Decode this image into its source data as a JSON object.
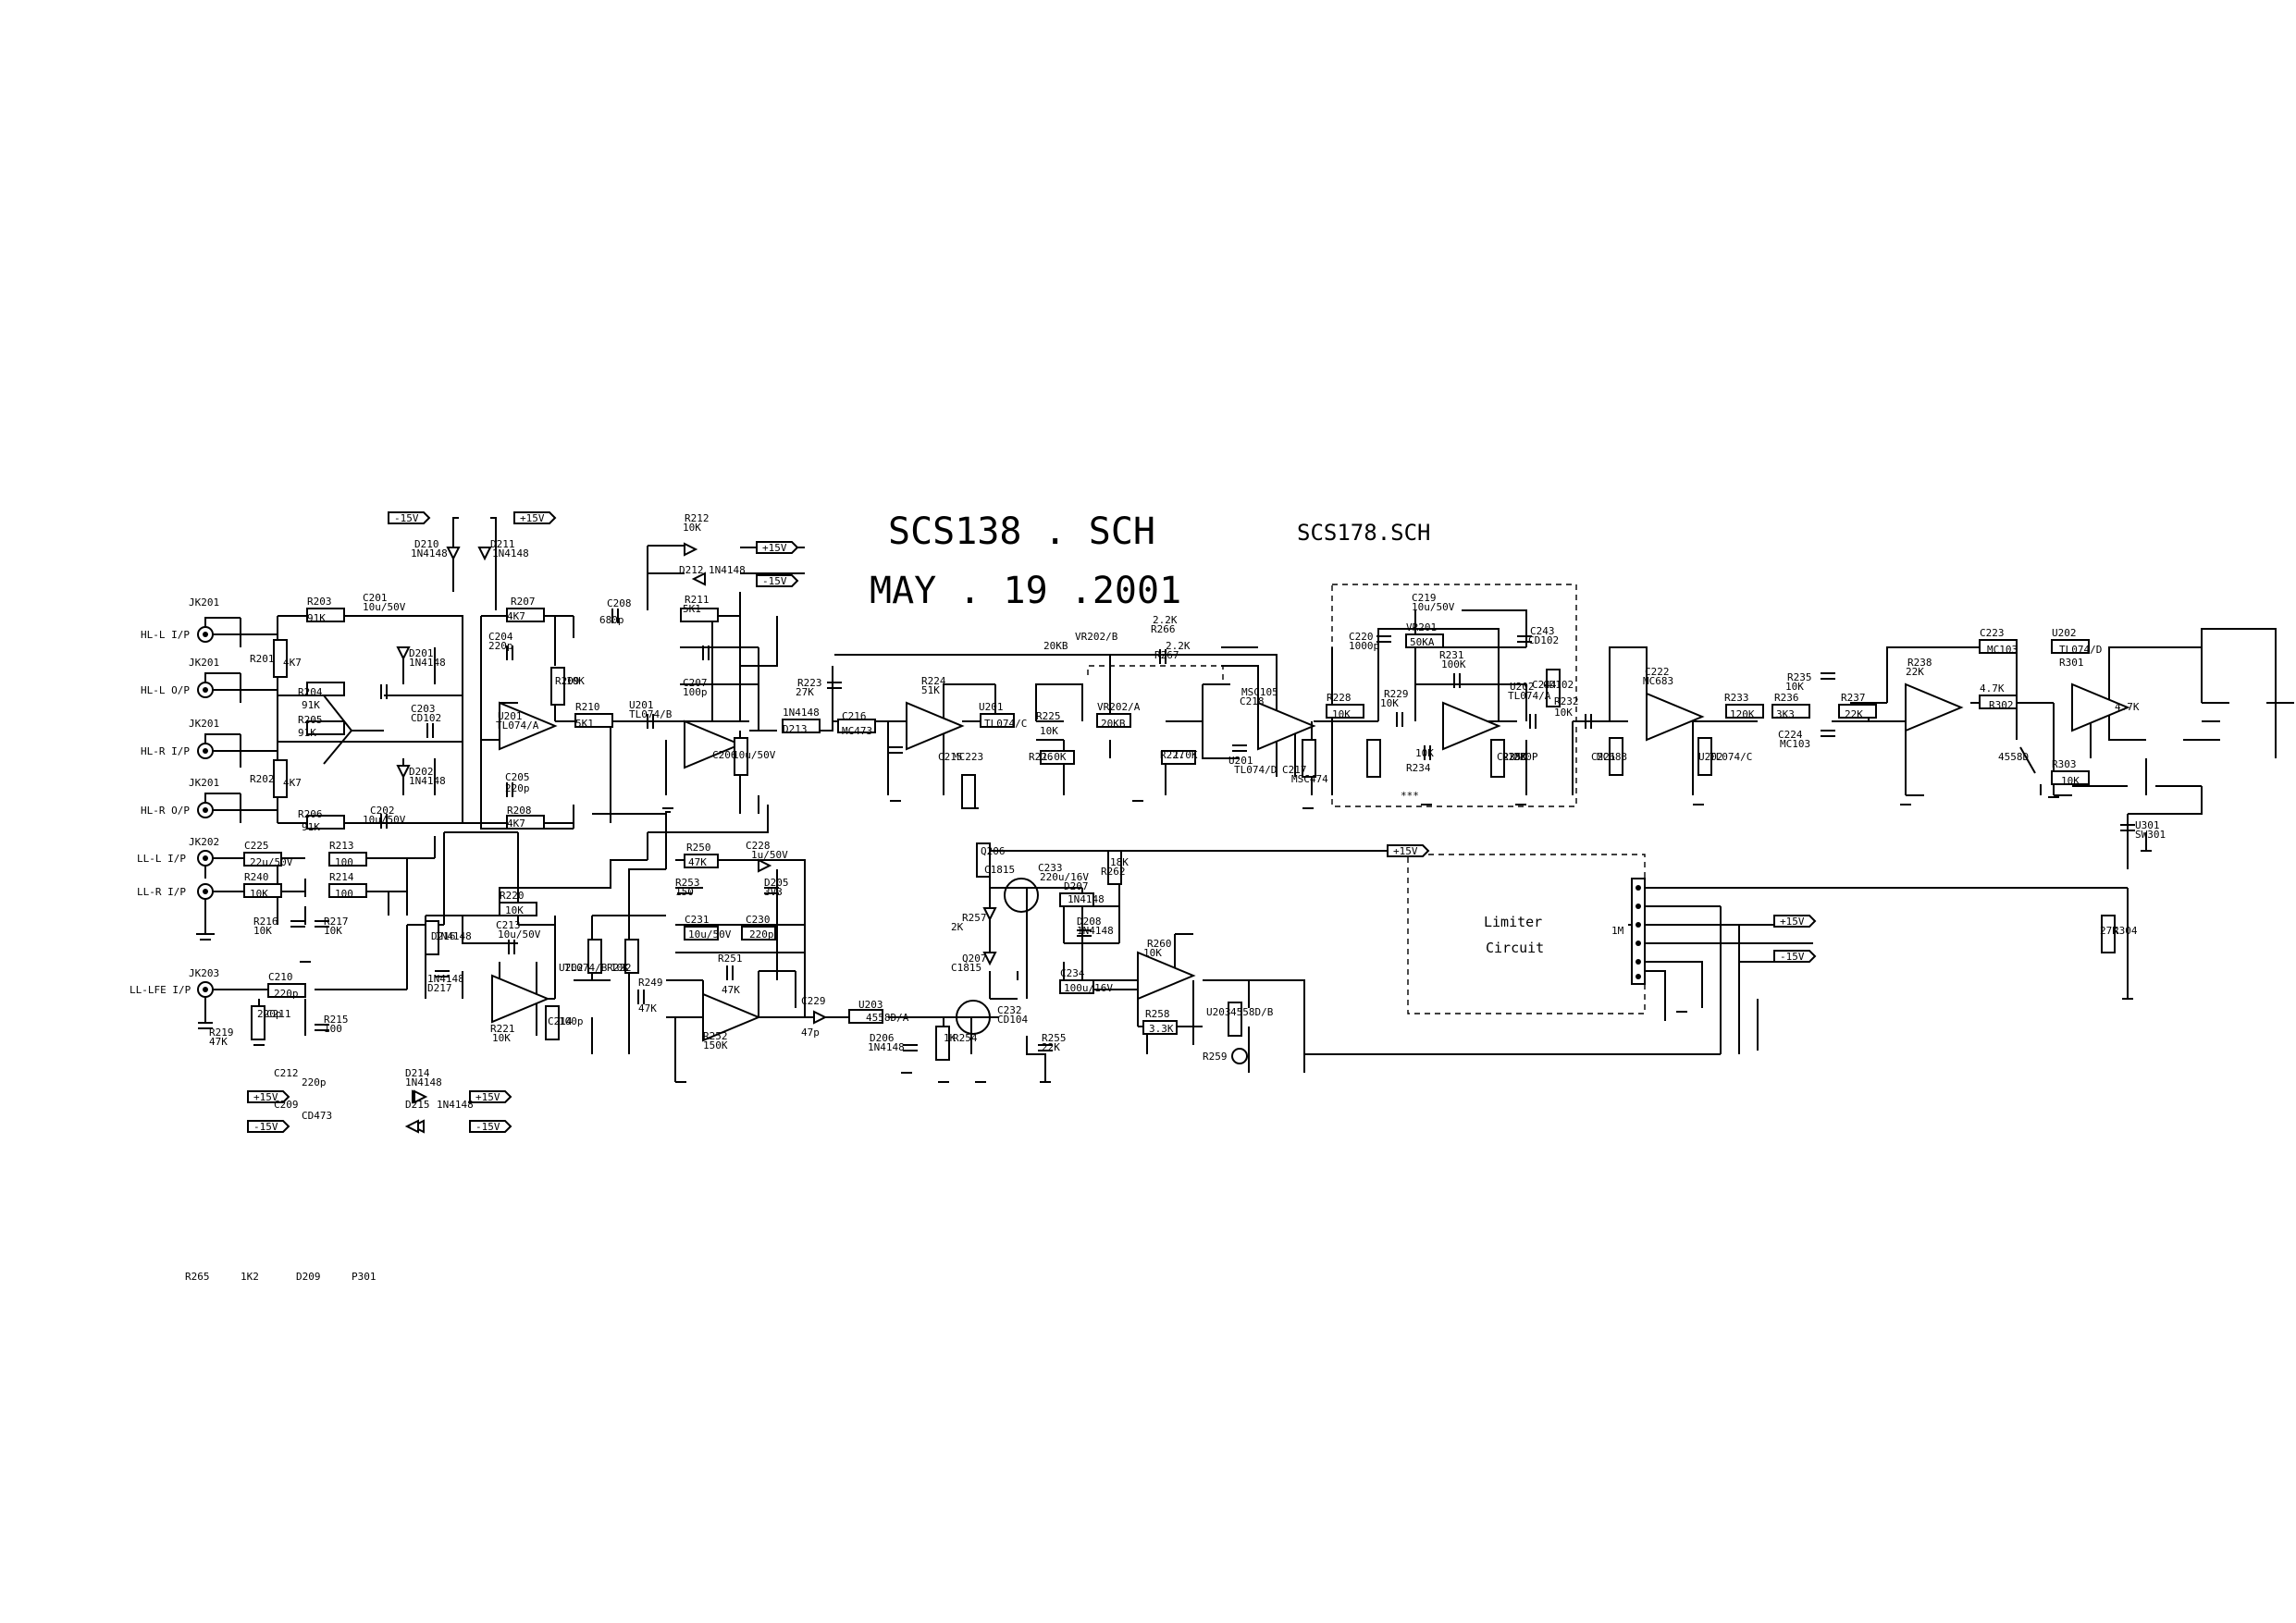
{
  "title": {
    "main": "SCS138 . SCH",
    "date": "MAY . 19 .2001",
    "alt": "SCS178.SCH"
  },
  "limiter": {
    "line1": "Limiter",
    "line2": "Circuit"
  },
  "jacks": [
    {
      "ref": "JK201",
      "label": "HL-L I/P"
    },
    {
      "ref": "JK201",
      "label": "HL-L O/P"
    },
    {
      "ref": "JK201",
      "label": "HL-R I/P"
    },
    {
      "ref": "JK201",
      "label": "HL-R O/P"
    },
    {
      "ref": "JK202",
      "label": "LL-L I/P"
    },
    {
      "ref": "",
      "label": "LL-R I/P"
    },
    {
      "ref": "JK203",
      "label": "LL-LFE I/P"
    }
  ],
  "power_flags": [
    "-15V",
    "+15V",
    "+15V",
    "-15V",
    "+15V",
    "-15V",
    "+15V",
    "-15V",
    "+15V",
    "-15V"
  ],
  "designators": [
    "R203",
    "91K",
    "C201",
    "10u/50V",
    "R204",
    "91K",
    "R205",
    "91K",
    "R206",
    "91K",
    "R201",
    "4K7",
    "R202",
    "4K7",
    "D201",
    "1N4148",
    "D202",
    "1N4148",
    "C203",
    "CD102",
    "C202",
    "10u/50V",
    "D210",
    "1N4148",
    "D211",
    "1N4148",
    "R207",
    "4K7",
    "C204",
    "220p",
    "R209",
    "10K",
    "U201",
    "TL074/A",
    "C205",
    "220p",
    "R208",
    "4K7",
    "R210",
    "5K1",
    "C208",
    "680p",
    "R211",
    "5K1",
    "C207",
    "100p",
    "U201",
    "TL074/B",
    "C206",
    "10u/50V",
    "R212",
    "10K",
    "D212",
    "1N4148",
    "1N4148",
    "D213",
    "R223",
    "27K",
    "C216",
    "MC473",
    "R224",
    "51K",
    "C215",
    "MC223",
    "U201",
    "TL074/C",
    "R225",
    "10K",
    "R226",
    "1.0K",
    "VR202/A",
    "20KB",
    "2.2K",
    "R266",
    "R227",
    "1.0K",
    "VR202/B",
    "20KB",
    "2.2K",
    "R267",
    "MSC105",
    "C218",
    "U201",
    "TL074/D",
    "C217",
    "MSC474",
    "R228",
    "10K",
    "R229",
    "10K",
    "C219",
    "10u/50V",
    "VR201",
    "50KA",
    "R231",
    "100K",
    "C220",
    "1000p",
    "C243",
    "CD102",
    "C244",
    "CD102",
    "R234",
    "10K",
    "C235",
    "220P",
    "U202",
    "TL074/A",
    "R230",
    "10K",
    "R232",
    "10K",
    "C221",
    "MC683",
    "C222",
    "MC683",
    "R233",
    "120K",
    "U202",
    "TL074/C",
    "R236",
    "3K3",
    "R235",
    "10K",
    "R237",
    "22K",
    "C224",
    "MC103",
    "R238",
    "22K",
    "C223",
    "MC103",
    "U202",
    "TL074/D",
    "R301",
    "4.7K",
    "R302",
    "4.7K",
    "4558D",
    "R303",
    "10K",
    "U301",
    "SW301",
    "R304",
    "27K",
    "C225",
    "22u/50V",
    "R240",
    "10K",
    "R213",
    "100",
    "R214",
    "100",
    "R216",
    "10K",
    "R217",
    "10K",
    "C210",
    "220p",
    "C211",
    "220p",
    "R215",
    "100",
    "R219",
    "47K",
    "C212",
    "220p",
    "C209",
    "CD473",
    "D214",
    "1N4148",
    "D215",
    "1N4148",
    "D216",
    "1N4148",
    "1N4148",
    "D217",
    "R220",
    "10K",
    "C213",
    "10u/50V",
    "R221",
    "10K",
    "C214",
    "100p",
    "U202",
    "TL074/B",
    "R222",
    "10K",
    "R249",
    "47K",
    "R250",
    "47K",
    "C228",
    "1u/50V",
    "R253",
    "150",
    "D205",
    "3V3",
    "C231",
    "10u/50V",
    "C230",
    "220p",
    "R251",
    "47K",
    "R252",
    "150K",
    "C229",
    "47p",
    "U203",
    "4558D/A",
    "D206",
    "1N4148",
    "R254",
    "1K",
    "C232",
    "CD104",
    "R255",
    "22K",
    "Q206",
    "C1815",
    "C233",
    "220u/16V",
    "R257",
    "2K",
    "Q207",
    "C1815",
    "D207",
    "1N4148",
    "D208",
    "1N4148",
    "R262",
    "18K",
    "C234",
    "100u/16V",
    "R260",
    "10K",
    "R258",
    "3.3K",
    "U203",
    "4558D/B",
    "R259",
    "1M",
    "R265",
    "1K2",
    "D209",
    "P301"
  ],
  "marker": "***"
}
